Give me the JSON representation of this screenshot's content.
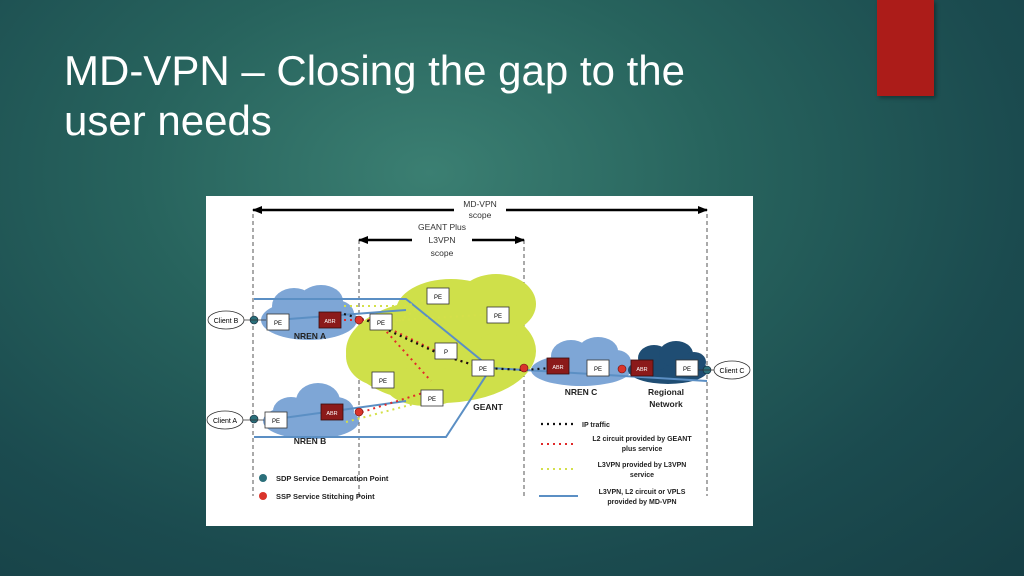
{
  "slide": {
    "title_line1": "MD-VPN – Closing the gap to the",
    "title_line2": "user needs",
    "accent_color": "#ac1c19"
  },
  "diagram": {
    "scope_mdvpn_l1": "MD-VPN",
    "scope_mdvpn_l2": "scope",
    "scope_geant_l1": "GEANT Plus",
    "scope_geant_l2": "L3VPN",
    "scope_geant_l3": "scope",
    "clients": {
      "a": "Client A",
      "b": "Client B",
      "c": "Client C"
    },
    "clouds": {
      "nren_a": "NREN A",
      "nren_b": "NREN B",
      "nren_c": "NREN C",
      "geant": "GEANT",
      "regional_l1": "Regional",
      "regional_l2": "Network"
    },
    "node_labels": {
      "pe": "PE",
      "abr": "ABR",
      "p": "P"
    },
    "legend": {
      "ip_traffic": "IP traffic",
      "l2_circuit_l1": "L2 circuit provided by GEANT",
      "l2_circuit_l2": "plus service",
      "l3vpn_l1": "L3VPN provided by L3VPN",
      "l3vpn_l2": "service",
      "mdvpn_l1": "L3VPN,  L2 circuit or VPLS",
      "mdvpn_l2": "provided by MD-VPN",
      "sdp": "SDP Service Demarcation Point",
      "ssp": "SSP Service Stitching Point"
    },
    "colors": {
      "cloud_blue": "#7ea6d6",
      "cloud_navy": "#1f4d73",
      "geant_green": "#cfe04a",
      "abr_red": "#8b1a1a",
      "link_blue": "#5b8fc4",
      "ip_dots": "#111111",
      "l2_dots": "#e02a2a",
      "l3vpn_dots": "#d4e04a",
      "sdp_dot": "#2b6f7a",
      "ssp_dot": "#d9342b"
    }
  }
}
